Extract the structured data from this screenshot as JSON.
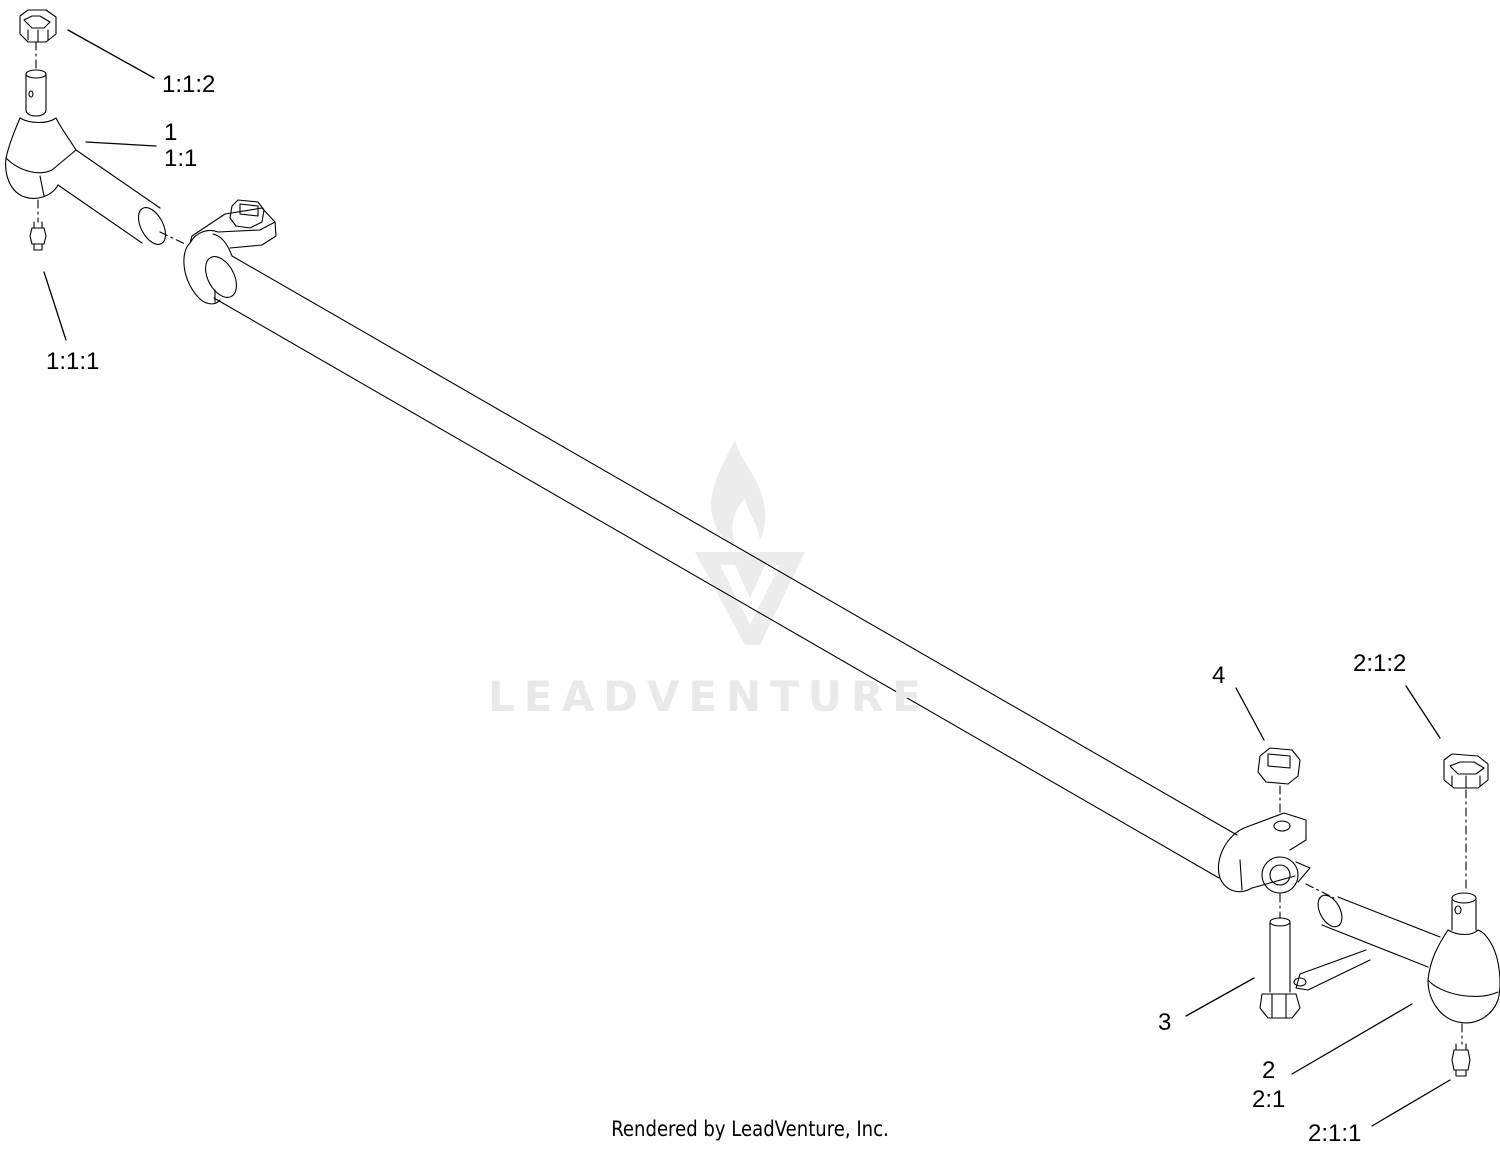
{
  "diagram": {
    "callouts": {
      "c_1_1_2": "1:1:2",
      "c_1": "1",
      "c_1_1": "1:1",
      "c_1_1_1": "1:1:1",
      "c_4": "4",
      "c_2_1_2": "2:1:2",
      "c_3": "3",
      "c_2": "2",
      "c_2_1": "2:1",
      "c_2_1_1": "2:1:1"
    },
    "watermark": "LEADVENTURE",
    "footer": "Rendered by LeadVenture, Inc."
  }
}
